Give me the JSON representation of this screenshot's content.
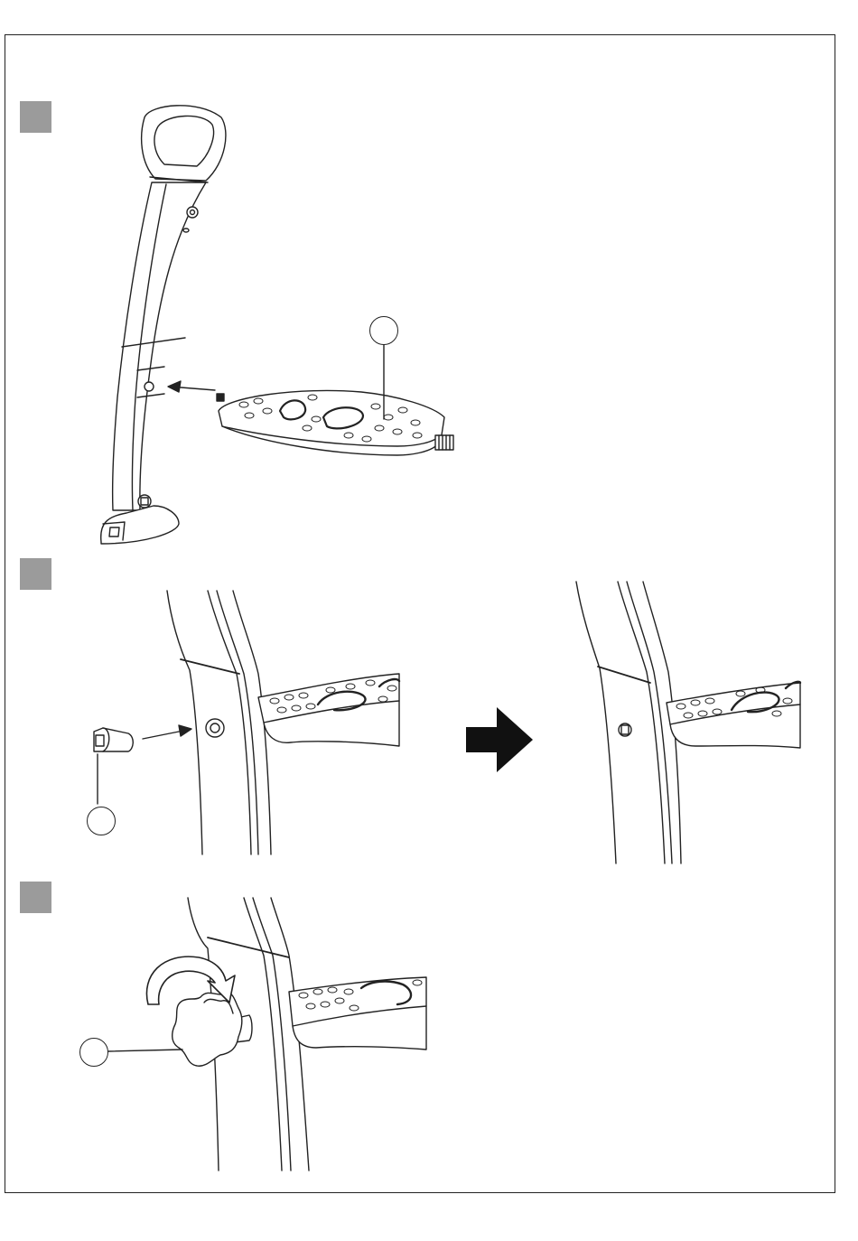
{
  "figure": {
    "steps": [
      {
        "id": "step-1",
        "marker_color": "#9b9b9b",
        "callout_count": 1
      },
      {
        "id": "step-2",
        "marker_color": "#9b9b9b",
        "callout_count": 1
      },
      {
        "id": "step-3",
        "marker_color": "#9b9b9b",
        "callout_count": 1
      }
    ],
    "colors": {
      "line": "#222222",
      "marker": "#9b9b9b",
      "arrow_fill": "#111111"
    },
    "icons": [
      "pedal-icon",
      "post-icon",
      "bushing-icon",
      "knob-icon",
      "rotate-arrow-icon",
      "next-arrow-icon"
    ]
  }
}
